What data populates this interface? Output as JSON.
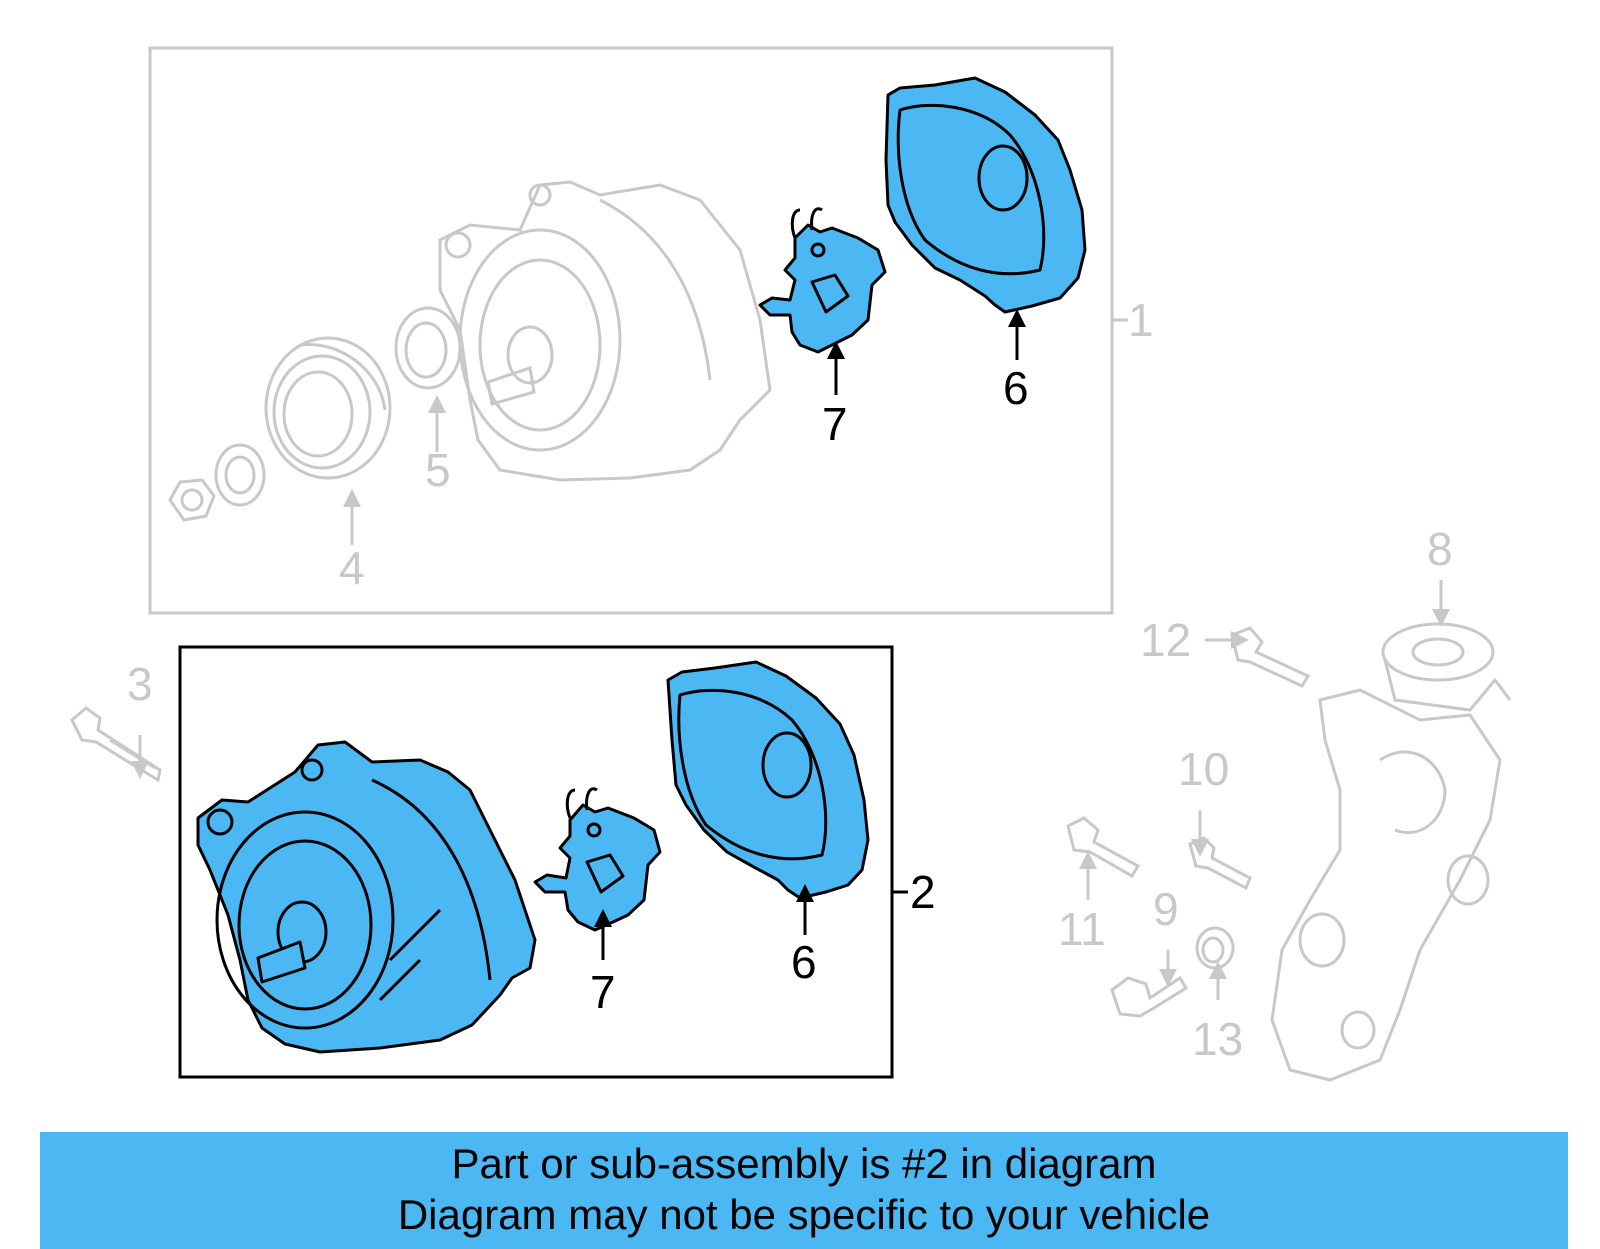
{
  "callouts": {
    "c1": "1",
    "c2": "2",
    "c3": "3",
    "c4": "4",
    "c5": "5",
    "c6_top": "6",
    "c7_top": "7",
    "c6_bottom": "6",
    "c7_bottom": "7",
    "c8": "8",
    "c9": "9",
    "c10": "10",
    "c11": "11",
    "c12": "12",
    "c13": "13"
  },
  "banner": {
    "line1": "Part or sub-assembly is #2 in diagram",
    "line2": "Diagram may not be specific to your vehicle"
  },
  "colors": {
    "highlight": "#4bb8f3",
    "faded": "#c8c8c8",
    "outline": "#000000"
  }
}
